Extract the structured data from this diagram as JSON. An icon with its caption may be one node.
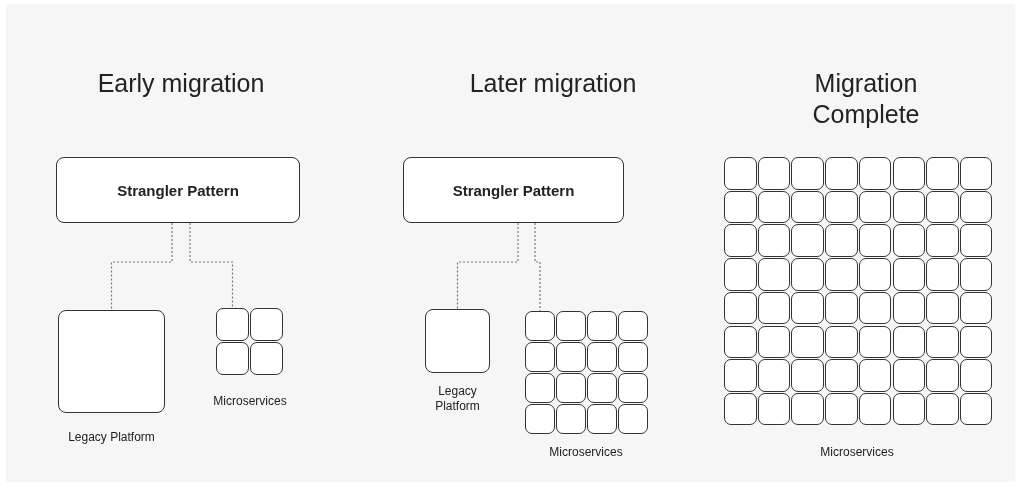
{
  "diagram": {
    "nodes": [
      {
        "text": [
          "Strangler Pattern"
        ]
      },
      {
        "text": [],
        "shape": "box",
        "beside": [
          "Legacy Platform"
        ]
      },
      {
        "text": [],
        "shape": "box"
      },
      {
        "text": [],
        "shape": "box"
      },
      {
        "text": [],
        "shape": "box"
      },
      {
        "text": [],
        "shape": "box"
      },
      {
        "text": [
          "Strangler Pattern"
        ]
      },
      {
        "text": [],
        "shape": "box",
        "beside": [
          "Legacy Platform"
        ]
      },
      {
        "text": [],
        "shape": "box"
      },
      {
        "text": [],
        "shape": "box"
      },
      {
        "text": [],
        "shape": "box"
      },
      {
        "text": [],
        "shape": "box"
      },
      {
        "text": [],
        "shape": "box"
      },
      {
        "text": [],
        "shape": "box"
      },
      {
        "text": [],
        "shape": "box"
      },
      {
        "text": [],
        "shape": "box"
      },
      {
        "text": [],
        "shape": "box"
      },
      {
        "text": [],
        "shape": "box"
      },
      {
        "text": [],
        "shape": "box"
      },
      {
        "text": [],
        "shape": "box"
      },
      {
        "text": [],
        "shape": "box"
      },
      {
        "text": [],
        "shape": "box"
      },
      {
        "text": [],
        "shape": "box"
      },
      {
        "text": [],
        "shape": "box"
      },
      {
        "text": [],
        "shape": "box"
      },
      {
        "text": [],
        "shape": "box"
      },
      {
        "text": [],
        "shape": "box"
      },
      {
        "text": [],
        "shape": "box"
      },
      {
        "text": [],
        "shape": "box"
      },
      {
        "text": [],
        "shape": "box"
      },
      {
        "text": [],
        "shape": "box"
      },
      {
        "text": [],
        "shape": "box"
      },
      {
        "text": [],
        "shape": "box"
      },
      {
        "text": [],
        "shape": "box"
      },
      {
        "text": [],
        "shape": "box"
      },
      {
        "text": [],
        "shape": "box"
      },
      {
        "text": [],
        "shape": "box"
      },
      {
        "text": [],
        "shape": "box"
      },
      {
        "text": [],
        "shape": "box"
      },
      {
        "text": [],
        "shape": "box"
      },
      {
        "text": [],
        "shape": "box"
      },
      {
        "text": [],
        "shape": "box"
      },
      {
        "text": [],
        "shape": "box"
      },
      {
        "text": [],
        "shape": "box"
      },
      {
        "text": [],
        "shape": "box"
      },
      {
        "text": [],
        "shape": "box"
      },
      {
        "text": [],
        "shape": "box"
      },
      {
        "text": [],
        "shape": "box"
      },
      {
        "text": [],
        "shape": "box"
      },
      {
        "text": [],
        "shape": "box"
      },
      {
        "text": [],
        "shape": "box"
      },
      {
        "text": [],
        "shape": "box"
      },
      {
        "text": [],
        "shape": "box"
      },
      {
        "text": [],
        "shape": "box"
      },
      {
        "text": [],
        "shape": "box"
      },
      {
        "text": [],
        "shape": "box"
      },
      {
        "text": [],
        "shape": "box"
      },
      {
        "text": [],
        "shape": "box"
      },
      {
        "text": [],
        "shape": "box"
      },
      {
        "text": [],
        "shape": "box"
      },
      {
        "text": [],
        "shape": "box"
      },
      {
        "text": [],
        "shape": "box"
      },
      {
        "text": [],
        "shape": "box"
      },
      {
        "text": [],
        "shape": "box"
      },
      {
        "text": [],
        "shape": "box"
      },
      {
        "text": [],
        "shape": "box"
      },
      {
        "text": [],
        "shape": "box"
      },
      {
        "text": [],
        "shape": "box"
      },
      {
        "text": [],
        "shape": "box"
      },
      {
        "text": [],
        "shape": "box"
      },
      {
        "text": [],
        "shape": "box"
      },
      {
        "text": [],
        "shape": "box"
      },
      {
        "text": [],
        "shape": "box"
      },
      {
        "text": [],
        "shape": "box"
      },
      {
        "text": [],
        "shape": "box"
      },
      {
        "text": [],
        "shape": "box"
      },
      {
        "text": [],
        "shape": "box"
      },
      {
        "text": [],
        "shape": "box"
      },
      {
        "text": [],
        "shape": "box"
      },
      {
        "text": [],
        "shape": "box"
      },
      {
        "text": [],
        "shape": "box"
      },
      {
        "text": [],
        "shape": "box"
      },
      {
        "text": [],
        "shape": "box"
      },
      {
        "text": [],
        "shape": "box"
      },
      {
        "text": [],
        "shape": "box"
      },
      {
        "text": [],
        "shape": "box"
      },
      {
        "text": [],
        "shape": "box"
      },
      {
        "text": [],
        "shape": "box"
      }
    ],
    "edges": [
      {
        "from": 0,
        "to": 1,
        "arrow": "none",
        "style": "dashed"
      },
      {
        "from": 0,
        "to": 2,
        "arrow": "none",
        "style": "dashed"
      },
      {
        "from": 6,
        "to": 7,
        "arrow": "none",
        "style": "dashed"
      },
      {
        "from": 6,
        "to": 8,
        "arrow": "none",
        "style": "dashed"
      }
    ],
    "labels": [
      "Early migration",
      "Later migration",
      "Migration Complete",
      "Microservices",
      "Microservices",
      "Microservices"
    ]
  }
}
